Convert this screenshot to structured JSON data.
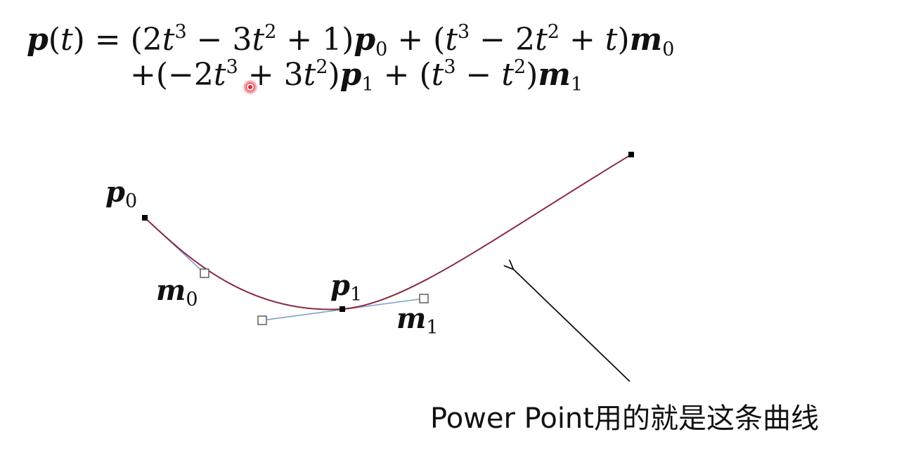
{
  "formula": {
    "lhs_vec": "p",
    "lhs_arg": "(",
    "lhs_var": "t",
    "lhs_close": ") = (2",
    "l1_t1": "t",
    "l1_e1": "3",
    "l1_s1": " − 3",
    "l1_t2": "t",
    "l1_e2": "2",
    "l1_s2": " + 1)",
    "l1_v1": "p",
    "l1_v1_sub": "0",
    "l1_s3": " + (",
    "l1_t3": "t",
    "l1_e3": "3",
    "l1_s4": " − 2",
    "l1_t4": "t",
    "l1_e4": "2",
    "l1_s5": " + ",
    "l1_t5": "t",
    "l1_s6": ")",
    "l1_v2": "m",
    "l1_v2_sub": "0",
    "l2_s1": "+(−2",
    "l2_t1": "t",
    "l2_e1": "3",
    "l2_s2": " + 3",
    "l2_t2": "t",
    "l2_e2": "2",
    "l2_s3": ")",
    "l2_v1": "p",
    "l2_v1_sub": "1",
    "l2_s4": " + (",
    "l2_t3": "t",
    "l2_e3": "3",
    "l2_s5": " − ",
    "l2_t4": "t",
    "l2_e4": "2",
    "l2_s6": ")",
    "l2_v2": "m",
    "l2_v2_sub": "1"
  },
  "labels": {
    "p0": "p",
    "p0_sub": "0",
    "m0": "m",
    "m0_sub": "0",
    "p1": "p",
    "p1_sub": "1",
    "m1": "m",
    "m1_sub": "1"
  },
  "caption": "Power Point用的就是这条曲线",
  "colors": {
    "curve": "#8b2a45",
    "tangent": "#7fa2c8",
    "arrow": "#111111",
    "point": "#000000",
    "cursor": "#e0263a"
  }
}
